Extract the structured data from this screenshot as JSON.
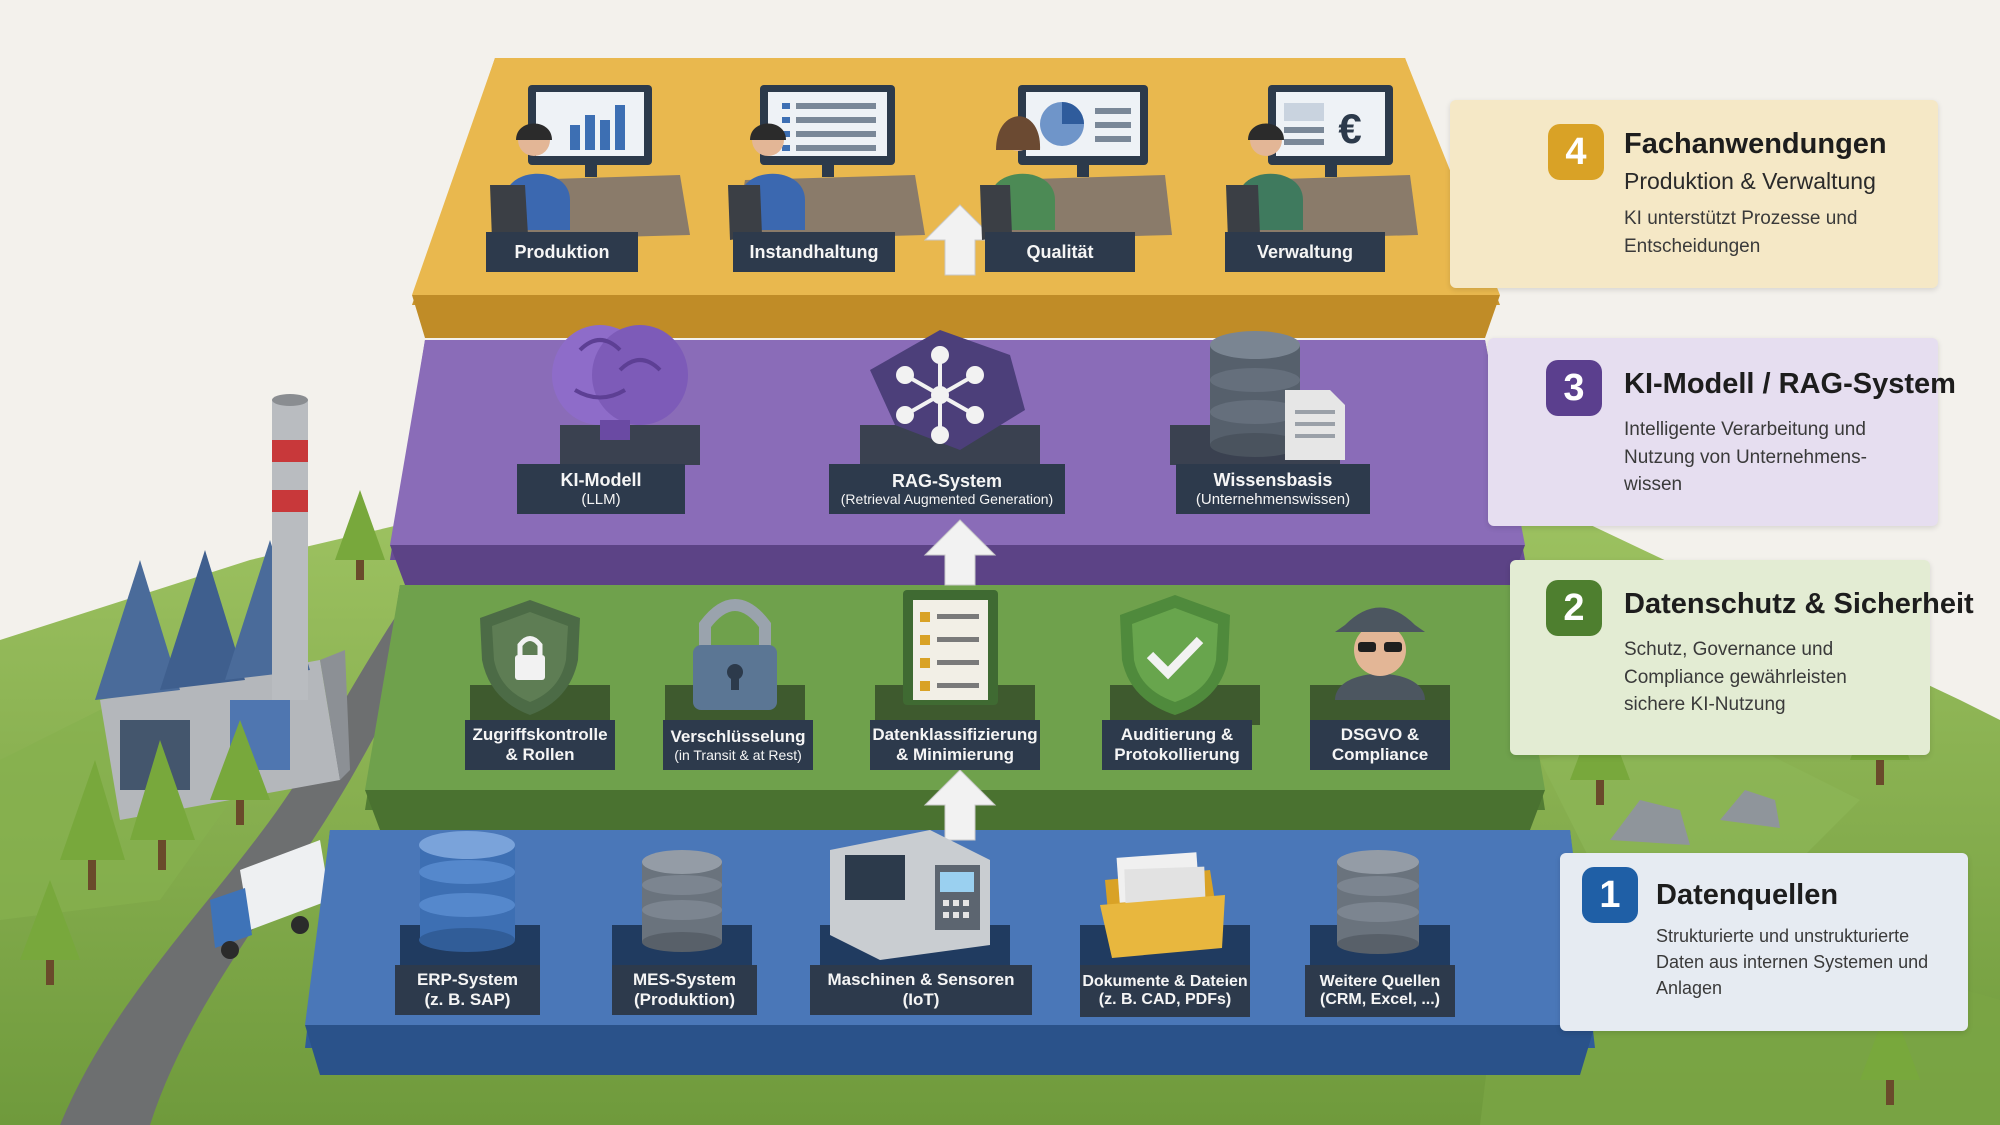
{
  "layers": [
    {
      "number": "4",
      "title": "Fachanwendungen",
      "subtitle": "Produktion & Verwaltung",
      "description": "KI unterstützt Prozesse und Entscheidungen",
      "items": [
        {
          "label": "Produktion",
          "sublabel": ""
        },
        {
          "label": "Instandhaltung",
          "sublabel": ""
        },
        {
          "label": "Qualität",
          "sublabel": ""
        },
        {
          "label": "Verwaltung",
          "sublabel": ""
        }
      ]
    },
    {
      "number": "3",
      "title": "KI-Modell / RAG-System",
      "subtitle": "",
      "description": "Intelligente Verarbeitung und Nutzung von Unternehmens-wissen",
      "items": [
        {
          "label": "KI-Modell",
          "sublabel": "(LLM)"
        },
        {
          "label": "RAG-System",
          "sublabel": "(Retrieval Augmented Generation)"
        },
        {
          "label": "Wissensbasis",
          "sublabel": "(Unternehmenswissen)"
        }
      ]
    },
    {
      "number": "2",
      "title": "Datenschutz & Sicherheit",
      "subtitle": "",
      "description": "Schutz, Governance und Compliance gewährleisten sichere KI-Nutzung",
      "items": [
        {
          "label": "Zugriffskontrolle",
          "sublabel": "& Rollen"
        },
        {
          "label": "Verschlüsselung",
          "sublabel": "(in Transit & at Rest)"
        },
        {
          "label": "Datenklassifizierung",
          "sublabel": "& Minimierung"
        },
        {
          "label": "Auditierung &",
          "sublabel": "Protokollierung"
        },
        {
          "label": "DSGVO &",
          "sublabel": "Compliance"
        }
      ]
    },
    {
      "number": "1",
      "title": "Datenquellen",
      "subtitle": "",
      "description": "Strukturierte und unstrukturierte Daten aus internen Systemen und Anlagen",
      "items": [
        {
          "label": "ERP-System",
          "sublabel": "(z. B. SAP)"
        },
        {
          "label": "MES-System",
          "sublabel": "(Produktion)"
        },
        {
          "label": "Maschinen & Sensoren",
          "sublabel": "(IoT)"
        },
        {
          "label": "Dokumente & Dateien",
          "sublabel": "(z. B. CAD, PDFs)"
        },
        {
          "label": "Weitere Quellen",
          "sublabel": "(CRM, Excel, ...)"
        }
      ]
    }
  ],
  "colors": {
    "layer4": "#e9b84e",
    "layer3": "#8a6cb8",
    "layer2": "#6fa14c",
    "layer1": "#4a77b8",
    "badge4": "#d9a226",
    "badge3": "#5b3f8e",
    "badge2": "#4e7f2f",
    "badge1": "#1f5fa6",
    "panel4": "#f5e8c6",
    "panel3": "#e6def0",
    "panel2": "#e3ecd3",
    "panel1": "#e6ebf2",
    "plate": "#2d3a4c"
  },
  "icons": {
    "layer4": [
      "monitor-bar-chart-icon",
      "monitor-list-icon",
      "monitor-pie-chart-icon",
      "monitor-euro-icon"
    ],
    "layer3": [
      "brain-icon",
      "network-hexagon-icon",
      "database-document-icon"
    ],
    "layer2": [
      "shield-lock-icon",
      "padlock-icon",
      "checklist-icon",
      "shield-check-icon",
      "agent-icon"
    ],
    "layer1": [
      "database-icon",
      "database-icon",
      "machine-icon",
      "folder-icon",
      "database-icon"
    ],
    "scene": [
      "factory-icon",
      "truck-icon",
      "tree-icon",
      "rock-icon",
      "arrow-up-icon"
    ]
  }
}
